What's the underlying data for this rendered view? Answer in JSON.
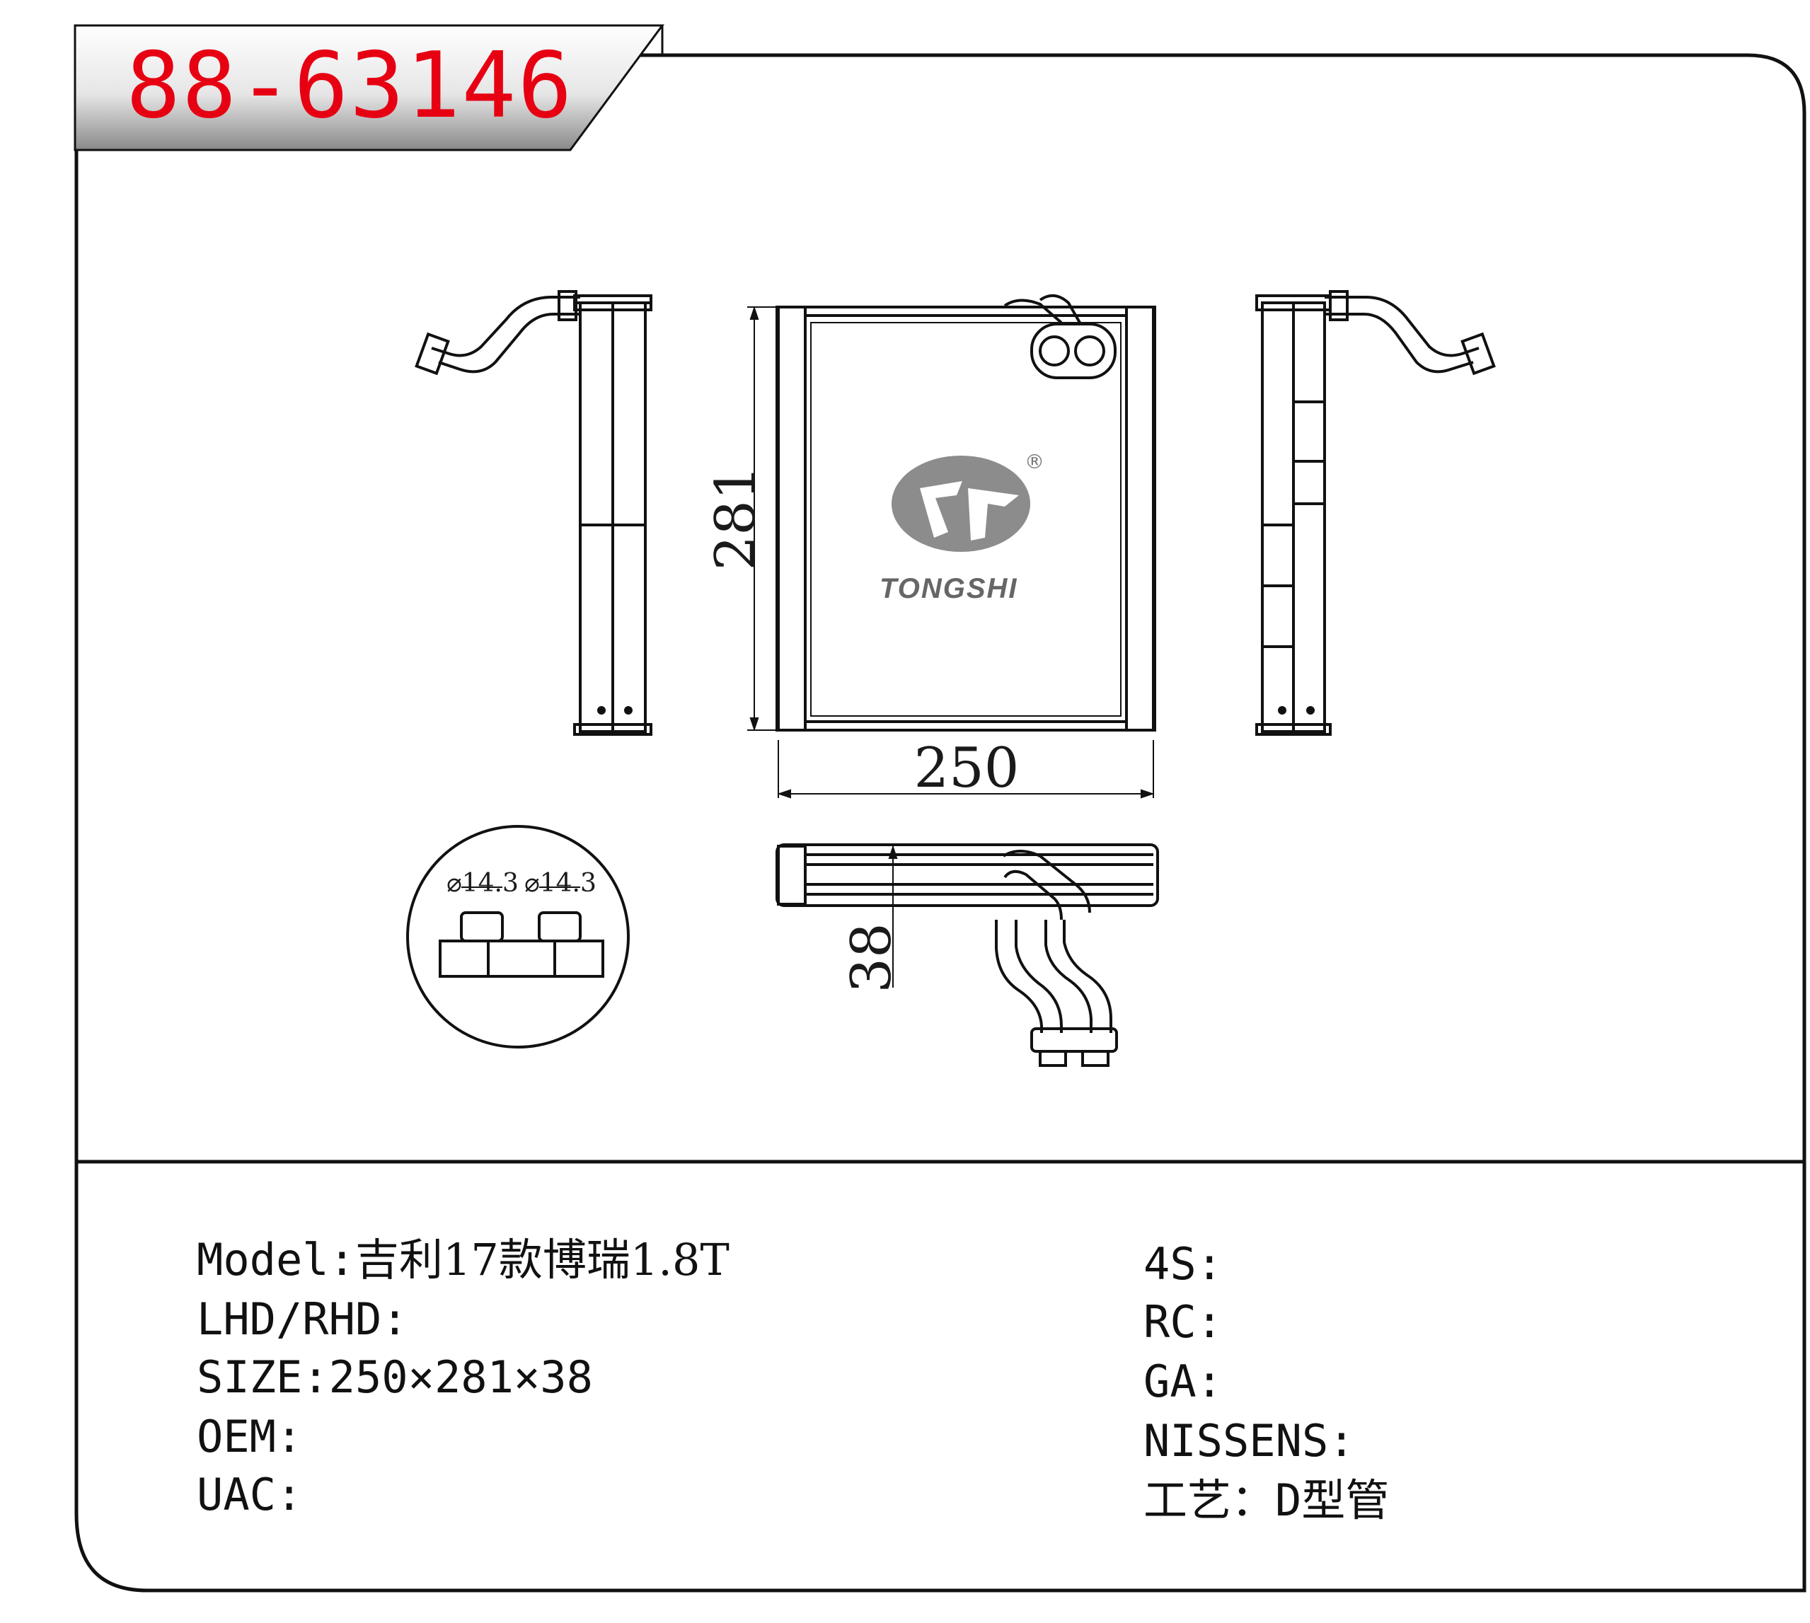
{
  "part_number": "88-63146",
  "colors": {
    "accent": "#e60012",
    "frame": "#111111",
    "logo": "#8c8c8c"
  },
  "logo": {
    "name": "TONGSHI",
    "mark": "®"
  },
  "dimensions": {
    "height": "281",
    "width": "250",
    "depth": "38",
    "pipe_a": "⌀14.3",
    "pipe_b": "⌀14.3"
  },
  "specs_left": [
    {
      "label": "Model",
      "sep": ":",
      "value": "吉利17款博瑞1.8T"
    },
    {
      "label": "LHD/RHD",
      "sep": ":",
      "value": ""
    },
    {
      "label": "SIZE",
      "sep": ":",
      "value": "250×281×38"
    },
    {
      "label": "OEM",
      "sep": ":",
      "value": ""
    },
    {
      "label": "UAC",
      "sep": ":",
      "value": ""
    }
  ],
  "specs_right": [
    {
      "label": "4S",
      "sep": ":",
      "value": ""
    },
    {
      "label": "RC",
      "sep": ":",
      "value": ""
    },
    {
      "label": "GA",
      "sep": ":",
      "value": ""
    },
    {
      "label": "NISSENS",
      "sep": ":",
      "value": ""
    },
    {
      "label": "工艺",
      "sep": "：",
      "value": "D型管"
    }
  ]
}
